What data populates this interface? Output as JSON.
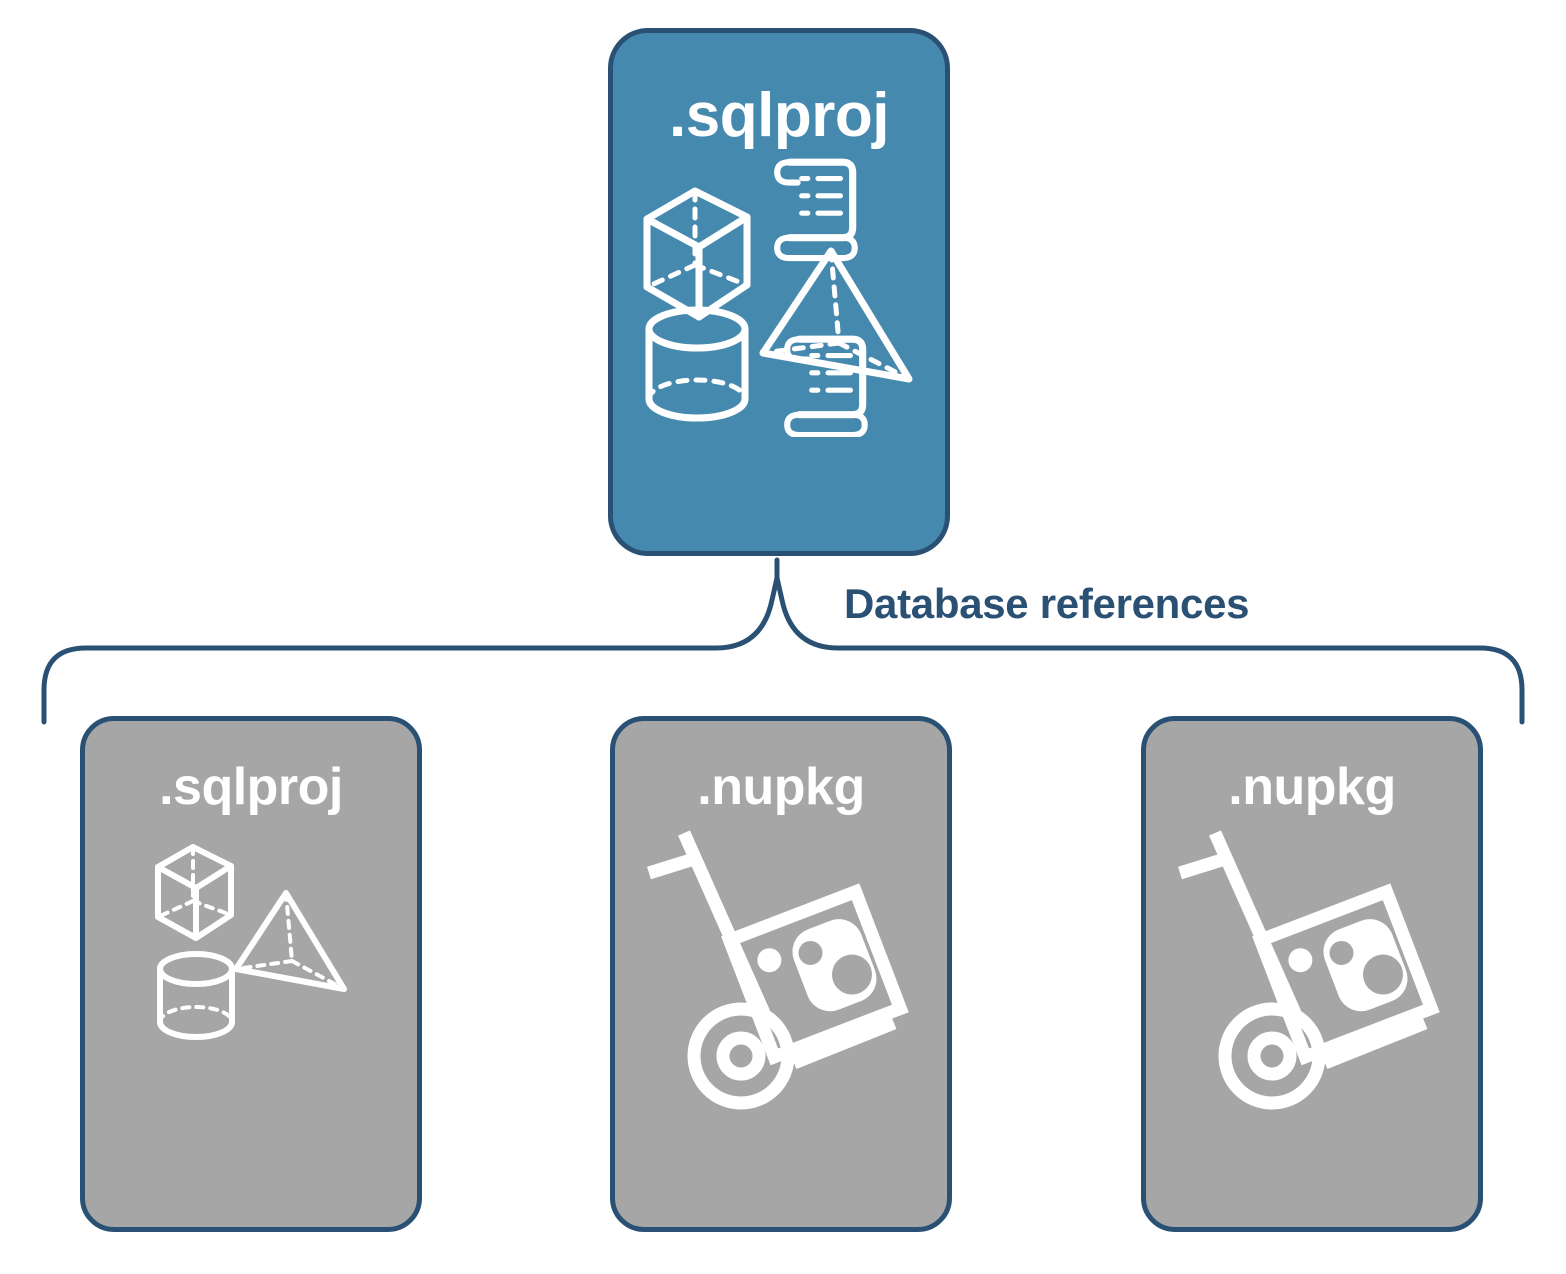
{
  "diagram": {
    "title_text": "Database references",
    "colors": {
      "primary_fill": "#4689ae",
      "reference_fill": "#a6a6a6",
      "stroke": "#2a5173",
      "label_text": "#2a5173",
      "icon": "#ffffff",
      "background": "#ffffff"
    },
    "primary_node": {
      "label": ".sqlproj",
      "icons": [
        "cube-wireframe-icon",
        "scroll-script-icon",
        "pyramid-wireframe-icon",
        "cylinder-wireframe-icon",
        "scroll-script-icon"
      ]
    },
    "connector": {
      "label": "Database references",
      "style": "curly-brace"
    },
    "reference_nodes": [
      {
        "label": ".sqlproj",
        "icons": [
          "cube-wireframe-icon",
          "pyramid-wireframe-icon",
          "cylinder-wireframe-icon"
        ]
      },
      {
        "label": ".nupkg",
        "icons": [
          "hand-truck-package-icon"
        ]
      },
      {
        "label": ".nupkg",
        "icons": [
          "hand-truck-package-icon"
        ]
      }
    ]
  }
}
